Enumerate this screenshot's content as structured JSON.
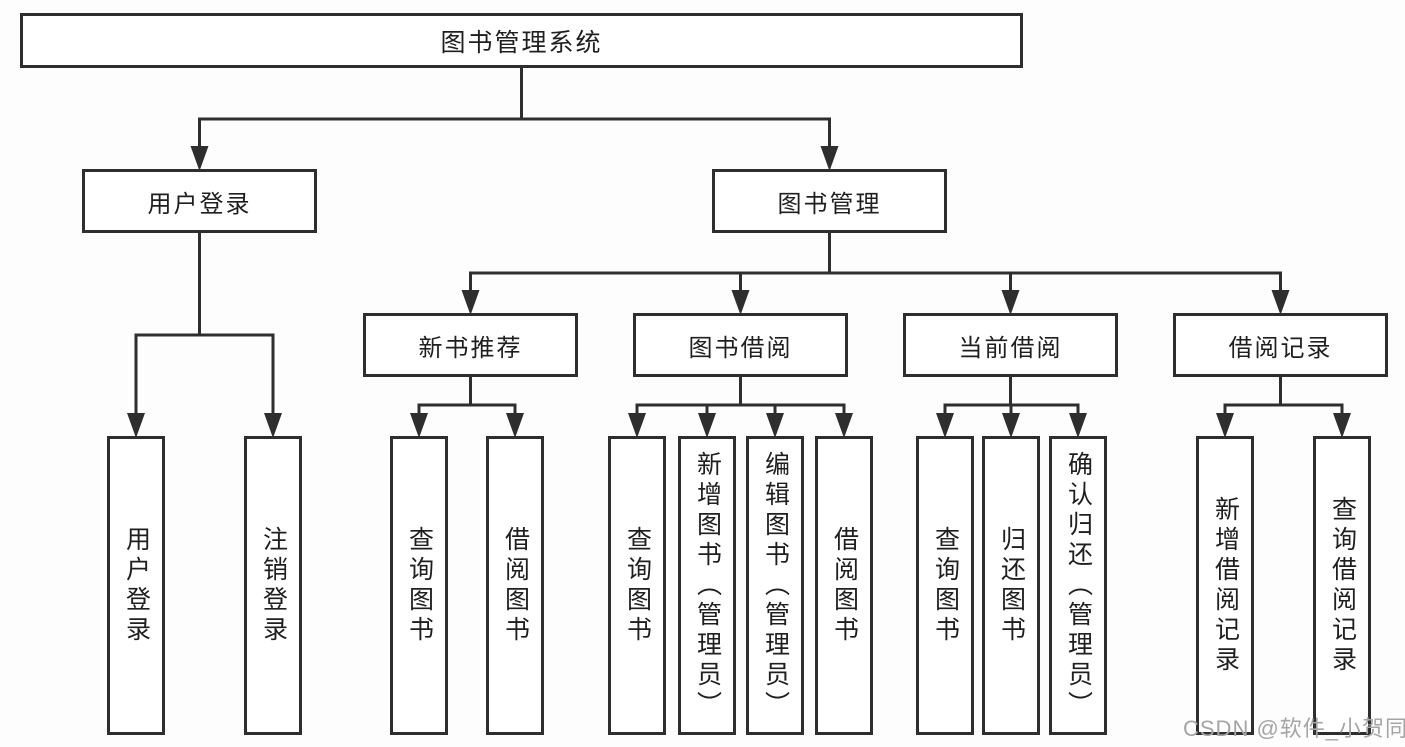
{
  "diagram": {
    "root": {
      "label": "图书管理系统"
    },
    "level2": [
      {
        "label": "用户登录"
      },
      {
        "label": "图书管理"
      }
    ],
    "level3": [
      {
        "label": "新书推荐"
      },
      {
        "label": "图书借阅"
      },
      {
        "label": "当前借阅"
      },
      {
        "label": "借阅记录"
      }
    ],
    "leaves": [
      {
        "parent": "用户登录",
        "label": "用户登录"
      },
      {
        "parent": "用户登录",
        "label": "注销登录"
      },
      {
        "parent": "新书推荐",
        "label": "查询图书"
      },
      {
        "parent": "新书推荐",
        "label": "借阅图书"
      },
      {
        "parent": "图书借阅",
        "label": "查询图书"
      },
      {
        "parent": "图书借阅",
        "label": "新增图书（管理员）"
      },
      {
        "parent": "图书借阅",
        "label": "编辑图书（管理员）"
      },
      {
        "parent": "图书借阅",
        "label": "借阅图书"
      },
      {
        "parent": "当前借阅",
        "label": "查询图书"
      },
      {
        "parent": "当前借阅",
        "label": "归还图书"
      },
      {
        "parent": "当前借阅",
        "label": "确认归还（管理员）"
      },
      {
        "parent": "借阅记录",
        "label": "新增借阅记录"
      },
      {
        "parent": "借阅记录",
        "label": "查询借阅记录"
      }
    ]
  },
  "colors": {
    "line": "#2e2e2e",
    "box_fill": "#ffffff",
    "text": "#1f1f1f",
    "watermark": "#a5a5a5"
  },
  "watermark": {
    "text": "CSDN @软件_小贺同学"
  }
}
